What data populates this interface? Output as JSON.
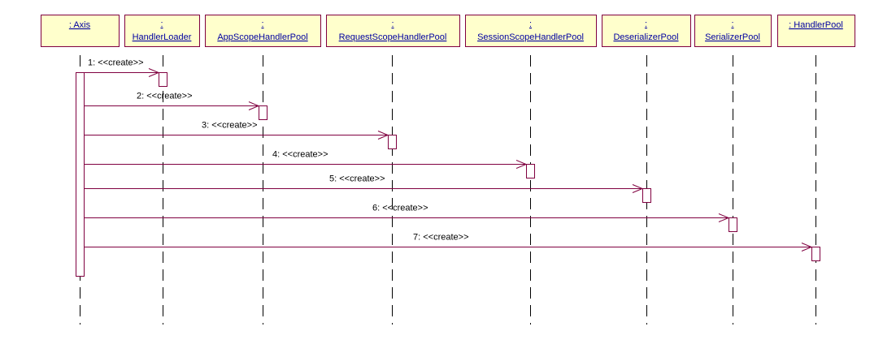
{
  "objects": [
    {
      "prefix": "",
      "name": ": Axis"
    },
    {
      "prefix": ":",
      "name": "HandlerLoader"
    },
    {
      "prefix": ":",
      "name": "AppScopeHandlerPool"
    },
    {
      "prefix": ":",
      "name": "RequestScopeHandlerPool"
    },
    {
      "prefix": ":",
      "name": "SessionScopeHandlerPool"
    },
    {
      "prefix": ":",
      "name": "DeserializerPool"
    },
    {
      "prefix": ":",
      "name": "SerializerPool"
    },
    {
      "prefix": "",
      "name": ": HandlerPool"
    }
  ],
  "messages": [
    {
      "label": "1: <<create>>",
      "from": 0,
      "to": 1
    },
    {
      "label": "2: <<create>>",
      "from": 0,
      "to": 2
    },
    {
      "label": "3: <<create>>",
      "from": 0,
      "to": 3
    },
    {
      "label": "4: <<create>>",
      "from": 0,
      "to": 4
    },
    {
      "label": "5: <<create>>",
      "from": 0,
      "to": 5
    },
    {
      "label": "6: <<create>>",
      "from": 0,
      "to": 6
    },
    {
      "label": "7: <<create>>",
      "from": 0,
      "to": 7
    }
  ]
}
